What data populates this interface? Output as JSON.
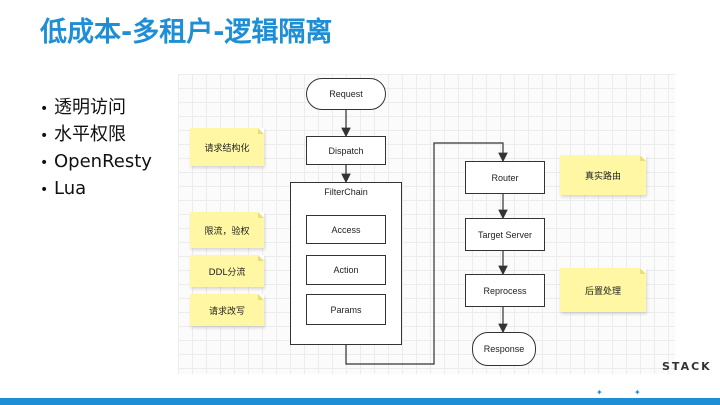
{
  "title": "低成本-多租户-逻辑隔离",
  "bullets": [
    "透明访问",
    "水平权限",
    "OpenResty",
    "Lua"
  ],
  "flow": {
    "request": "Request",
    "dispatch": "Dispatch",
    "filterchain": "FilterChain",
    "access": "Access",
    "action": "Action",
    "params": "Params",
    "router": "Router",
    "target_server": "Target Server",
    "reprocess": "Reprocess",
    "response": "Response"
  },
  "notes": {
    "structure": "请求结构化",
    "ratelimit": "限流，验权",
    "ddl": "DDL分流",
    "rewrite": "请求改写",
    "route": "真实路由",
    "post": "后置处理"
  },
  "logo": "STACK",
  "colors": {
    "title": "#1e8fd6",
    "note": "#fff7a3",
    "bar": "#1e8fd6"
  }
}
